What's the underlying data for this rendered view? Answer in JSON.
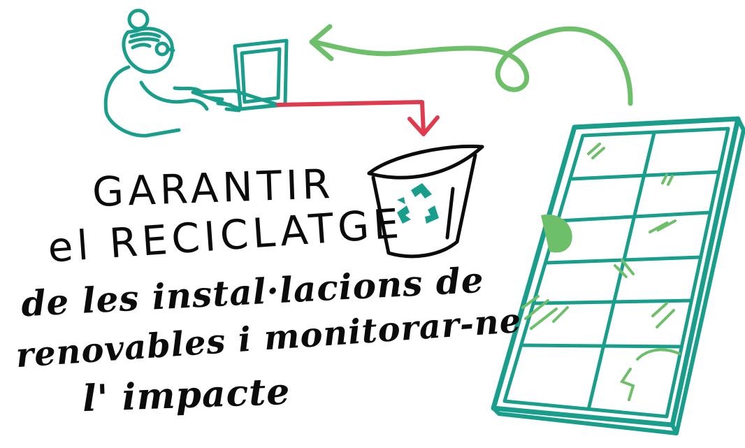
{
  "text": {
    "line1": "GARANTIR",
    "line2": "el RECICLATGE",
    "line3": "de les instal·lacions de",
    "line4": "renovables i monitorar-ne",
    "line5": "l' impacte"
  },
  "icons": {
    "person": "person-at-laptop-icon",
    "laptop": "laptop-icon",
    "bin": "recycling-bin-icon",
    "recycle": "recycle-symbol-icon",
    "panel": "solar-panel-icon",
    "red_arrow": "red-arrow-icon",
    "green_arrow": "green-loop-arrow-icon"
  },
  "colors": {
    "teal": "#1a9e8c",
    "green": "#6dbf6a",
    "red": "#e03a4e",
    "ink": "#0b0b0b"
  }
}
